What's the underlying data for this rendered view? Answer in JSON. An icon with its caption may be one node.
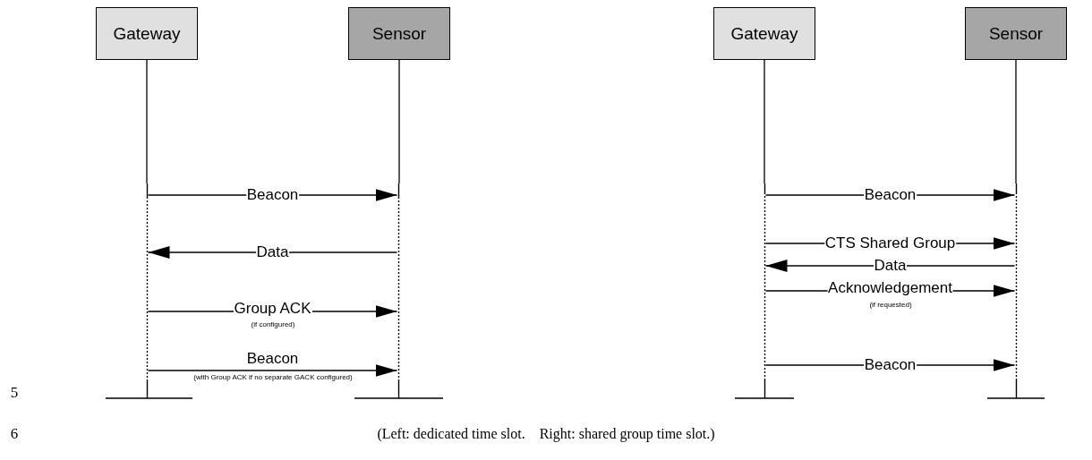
{
  "diagram": {
    "caption": "(Left: dedicated time slot.    Right: shared group time slot.)",
    "nodes": [
      {
        "text": [
          "Gateway"
        ]
      },
      {
        "text": [
          "Sensor"
        ]
      },
      {
        "text": [],
        "shape": "bar"
      },
      {
        "text": [],
        "shape": "bar"
      },
      {
        "text": [
          "Gateway"
        ]
      },
      {
        "text": [
          "Sensor"
        ]
      },
      {
        "text": [],
        "shape": "bar"
      },
      {
        "text": [],
        "shape": "bar"
      }
    ],
    "edges": [
      {
        "from": 0,
        "to": 2,
        "arrow": "none"
      },
      {
        "from": 1,
        "to": 3,
        "arrow": "none"
      },
      {
        "from": 4,
        "to": 6,
        "arrow": "none"
      },
      {
        "from": 5,
        "to": 7,
        "arrow": "none"
      },
      {
        "from": 2,
        "to": 3,
        "arrow": "to",
        "label": "Beacon"
      },
      {
        "from": 3,
        "to": 2,
        "arrow": "to",
        "label": "Data"
      },
      {
        "from": 2,
        "to": 3,
        "arrow": "to",
        "label": "Group ACK"
      },
      {
        "from": 2,
        "to": 3,
        "arrow": "to",
        "label": "Beacon"
      },
      {
        "from": 6,
        "to": 7,
        "arrow": "to",
        "label": "Beacon"
      },
      {
        "from": 6,
        "to": 7,
        "arrow": "to",
        "label": "CTS Shared Group"
      },
      {
        "from": 7,
        "to": 6,
        "arrow": "to",
        "label": "Data"
      },
      {
        "from": 6,
        "to": 7,
        "arrow": "to",
        "label": "Acknowledgement"
      },
      {
        "from": 6,
        "to": 7,
        "arrow": "to",
        "label": "Beacon"
      }
    ],
    "labels": [
      "(if configured)",
      "(with Group ACK if no separate GACK configured)",
      "(if requested)",
      "5",
      "6"
    ]
  }
}
